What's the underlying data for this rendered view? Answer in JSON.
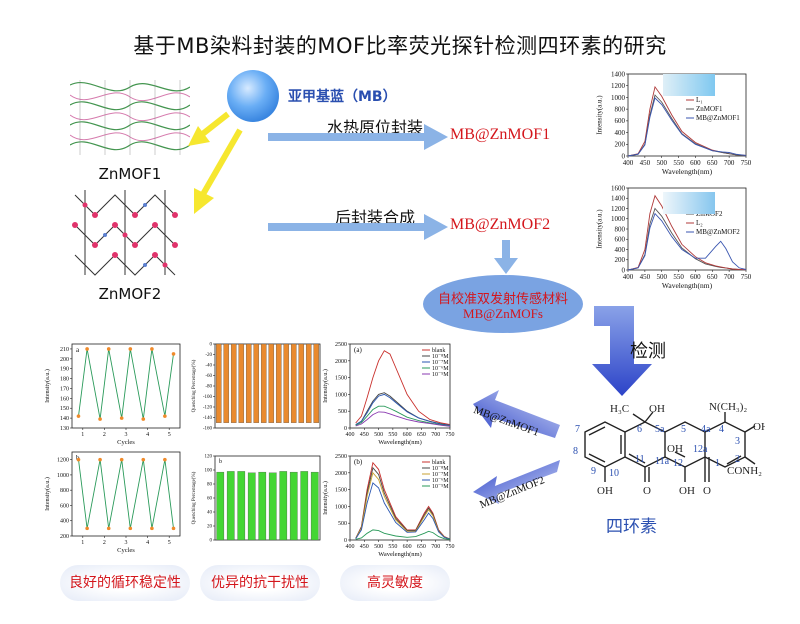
{
  "title": "基于MB染料封装的MOF比率荧光探针检测四环素的研究",
  "dye": {
    "label": "亚甲基蓝（MB）",
    "color": "#5aa0ee"
  },
  "frameworks": {
    "mof1": "ZnMOF1",
    "mof2": "ZnMOF2"
  },
  "routes": [
    {
      "method": "水热原位封装",
      "product": "MB@ZnMOF1"
    },
    {
      "method": "后封装合成",
      "product": "MB@ZnMOF2"
    }
  ],
  "sensor": {
    "line1": "自校准双发射传感材料",
    "line2": "MB@ZnMOFs"
  },
  "detect": {
    "label": "检测",
    "arrow_upper": "MB@ZnMOF1",
    "arrow_lower": "MB@ZnMOF2",
    "analyte": "四环素"
  },
  "molecule": {
    "numbers": [
      "1",
      "2",
      "3",
      "4",
      "4a",
      "5",
      "5a",
      "6",
      "7",
      "8",
      "9",
      "10",
      "11",
      "11a",
      "12",
      "12a"
    ],
    "groups": {
      "h3c": "H₃C",
      "oh6": "OH",
      "nme2": "N(CH₃)₂",
      "oh3": "OH",
      "conh2": "CONH₂",
      "ho10": "OH",
      "o11": "O",
      "oh12": "OH",
      "o1": "O",
      "ohbridge": "OH",
      "h4a": "H",
      "h5a": "H"
    }
  },
  "spectrum_axes": {
    "x_label": "Wavelength(nm)",
    "y_label": "Intensity(a.u.)"
  },
  "chart_data": [
    {
      "type": "line",
      "title": "",
      "xlabel": "Wavelength(nm)",
      "ylabel": "Intensity(a.u.)",
      "xlim": [
        400,
        750
      ],
      "ylim": [
        0,
        1400
      ],
      "x_ticks": [
        400,
        450,
        500,
        550,
        600,
        650,
        700,
        750
      ],
      "y_ticks": [
        0,
        200,
        400,
        600,
        800,
        1000,
        1200,
        1400
      ],
      "legend_position": "top-right",
      "x": [
        400,
        430,
        450,
        465,
        480,
        500,
        530,
        560,
        600,
        650,
        680,
        700,
        720,
        750
      ],
      "series": [
        {
          "name": "L₁",
          "color": "#b03a3a",
          "values": [
            0,
            40,
            250,
            800,
            1180,
            1020,
            700,
            420,
            230,
            100,
            60,
            40,
            20,
            10
          ]
        },
        {
          "name": "ZnMOF1",
          "color": "#555555",
          "values": [
            0,
            30,
            200,
            700,
            1040,
            920,
            640,
            380,
            210,
            90,
            60,
            40,
            20,
            10
          ]
        },
        {
          "name": "MB@ZnMOF1",
          "color": "#3a56b0",
          "values": [
            0,
            30,
            190,
            660,
            990,
            880,
            610,
            370,
            200,
            90,
            70,
            60,
            30,
            10
          ]
        }
      ]
    },
    {
      "type": "line",
      "title": "",
      "xlabel": "Wavelength(nm)",
      "ylabel": "Intensity(a.u.)",
      "xlim": [
        400,
        750
      ],
      "ylim": [
        0,
        1600
      ],
      "x_ticks": [
        400,
        450,
        500,
        550,
        600,
        650,
        700,
        750
      ],
      "y_ticks": [
        0,
        200,
        400,
        600,
        800,
        1000,
        1200,
        1400,
        1600
      ],
      "legend_position": "right",
      "x": [
        400,
        430,
        450,
        465,
        480,
        500,
        530,
        560,
        600,
        630,
        660,
        675,
        690,
        710,
        730,
        750
      ],
      "series": [
        {
          "name": "ZnMOF2",
          "color": "#555555",
          "values": [
            0,
            40,
            300,
            900,
            1200,
            1050,
            720,
            430,
            220,
            120,
            70,
            50,
            40,
            20,
            10,
            5
          ]
        },
        {
          "name": "L₂",
          "color": "#b03a3a",
          "values": [
            0,
            50,
            400,
            1100,
            1450,
            1250,
            850,
            500,
            260,
            140,
            80,
            60,
            40,
            20,
            10,
            5
          ]
        },
        {
          "name": "MB@ZnMOF2",
          "color": "#3a56b0",
          "values": [
            0,
            40,
            280,
            820,
            1100,
            960,
            650,
            400,
            230,
            230,
            460,
            560,
            420,
            160,
            40,
            10
          ]
        }
      ]
    },
    {
      "type": "line",
      "title": "",
      "xlabel": "Cycles",
      "ylabel": "Intensity(a.u.)",
      "xlim": [
        0.5,
        5.5
      ],
      "ylim": [
        130,
        215
      ],
      "x_ticks": [
        1,
        2,
        3,
        4,
        5
      ],
      "y_ticks": [
        130,
        140,
        150,
        160,
        170,
        180,
        190,
        200,
        210
      ],
      "panel_label": "a",
      "x": [
        0.8,
        1.2,
        1.8,
        2.2,
        2.8,
        3.2,
        3.8,
        4.2,
        4.8,
        5.2
      ],
      "series": [
        {
          "name": "",
          "color": "#2a9a5a",
          "values": [
            142,
            210,
            139,
            210,
            140,
            210,
            139,
            210,
            142,
            205
          ]
        }
      ]
    },
    {
      "type": "line",
      "title": "",
      "xlabel": "Cycles",
      "ylabel": "Intensity(a.u.)",
      "xlim": [
        0.5,
        5.5
      ],
      "ylim": [
        200,
        1300
      ],
      "x_ticks": [
        1,
        2,
        3,
        4,
        5
      ],
      "y_ticks": [
        200,
        400,
        600,
        800,
        1000,
        1200
      ],
      "panel_label": "b",
      "x": [
        0.8,
        1.2,
        1.8,
        2.2,
        2.8,
        3.2,
        3.8,
        4.2,
        4.8,
        5.2
      ],
      "series": [
        {
          "name": "",
          "color": "#2a9a5a",
          "values": [
            1200,
            300,
            1200,
            300,
            1200,
            300,
            1200,
            300,
            1200,
            300
          ]
        }
      ]
    },
    {
      "type": "bar",
      "title": "",
      "xlabel": "",
      "ylabel": "Quenching Percentage(%)",
      "ylim": [
        -160,
        0
      ],
      "y_ticks": [
        -160,
        -140,
        -120,
        -100,
        -80,
        -60,
        -40,
        -20,
        0
      ],
      "panel_label": "a",
      "bar_color": "#e98a2e",
      "values": [
        -150,
        -150,
        -150,
        -150,
        -150,
        -150,
        -150,
        -150,
        -150,
        -150,
        -150,
        -150,
        -150,
        -150
      ]
    },
    {
      "type": "bar",
      "title": "",
      "xlabel": "",
      "ylabel": "Quenching Percentage(%)",
      "ylim": [
        0,
        120
      ],
      "y_ticks": [
        0,
        20,
        40,
        60,
        80,
        100,
        120
      ],
      "panel_label": "b",
      "bar_color": "#44d634",
      "values": [
        97,
        98,
        98,
        96,
        97,
        96,
        98,
        97,
        98,
        97
      ]
    },
    {
      "type": "line",
      "title": "",
      "xlabel": "Wavelength(nm)",
      "ylabel": "Intensity(a.u.)",
      "xlim": [
        400,
        750
      ],
      "ylim": [
        0,
        2500
      ],
      "x_ticks": [
        400,
        450,
        500,
        550,
        600,
        650,
        700,
        750
      ],
      "y_ticks": [
        0,
        500,
        1000,
        1500,
        2000,
        2500
      ],
      "panel_label": "(a)",
      "legend_position": "top-right",
      "x": [
        420,
        440,
        460,
        480,
        500,
        520,
        540,
        560,
        600,
        640,
        680,
        720,
        750
      ],
      "series": [
        {
          "name": "blank",
          "color": "#c9302c",
          "values": [
            150,
            350,
            900,
            1500,
            2000,
            2300,
            2200,
            1800,
            1000,
            500,
            250,
            150,
            100
          ]
        },
        {
          "name": "10⁻⁸M",
          "color": "#444444",
          "values": [
            100,
            200,
            500,
            800,
            1000,
            1050,
            950,
            800,
            500,
            300,
            200,
            120,
            80
          ]
        },
        {
          "name": "10⁻⁷M",
          "color": "#2a56b0",
          "values": [
            100,
            200,
            450,
            750,
            950,
            1000,
            900,
            760,
            480,
            300,
            190,
            110,
            80
          ]
        },
        {
          "name": "10⁻⁶M",
          "color": "#2a9a5a",
          "values": [
            80,
            160,
            350,
            550,
            650,
            650,
            580,
            500,
            320,
            220,
            150,
            90,
            60
          ]
        },
        {
          "name": "10⁻⁵M",
          "color": "#8a3ab0",
          "values": [
            60,
            120,
            250,
            400,
            480,
            470,
            420,
            360,
            250,
            180,
            130,
            80,
            50
          ]
        }
      ]
    },
    {
      "type": "line",
      "title": "",
      "xlabel": "Wavelength(nm)",
      "ylabel": "Intensity(a.u.)",
      "xlim": [
        400,
        750
      ],
      "ylim": [
        0,
        2500
      ],
      "x_ticks": [
        400,
        450,
        500,
        550,
        600,
        650,
        700,
        750
      ],
      "y_ticks": [
        0,
        500,
        1000,
        1500,
        2000,
        2500
      ],
      "panel_label": "(b)",
      "legend_position": "top-right",
      "x": [
        420,
        440,
        460,
        480,
        500,
        520,
        560,
        600,
        630,
        660,
        675,
        690,
        710,
        730,
        750
      ],
      "series": [
        {
          "name": "blank",
          "color": "#c9302c",
          "values": [
            50,
            400,
            1500,
            2300,
            2100,
            1500,
            700,
            300,
            300,
            800,
            1000,
            800,
            300,
            100,
            30
          ]
        },
        {
          "name": "10⁻⁸M",
          "color": "#444444",
          "values": [
            50,
            380,
            1400,
            2150,
            1950,
            1400,
            650,
            280,
            280,
            750,
            950,
            760,
            280,
            90,
            30
          ]
        },
        {
          "name": "10⁻⁷M",
          "color": "#c8a030",
          "values": [
            50,
            350,
            1300,
            2000,
            1800,
            1300,
            600,
            260,
            260,
            700,
            900,
            720,
            260,
            90,
            30
          ]
        },
        {
          "name": "10⁻⁶M",
          "color": "#2a56b0",
          "values": [
            40,
            300,
            1100,
            1700,
            1550,
            1100,
            520,
            230,
            240,
            600,
            800,
            640,
            240,
            80,
            30
          ]
        },
        {
          "name": "10⁻⁵M",
          "color": "#2a9a5a",
          "values": [
            20,
            60,
            200,
            300,
            280,
            200,
            120,
            80,
            100,
            200,
            260,
            220,
            100,
            40,
            20
          ]
        }
      ]
    }
  ],
  "bottom_labels": {
    "cycle": "良好的循环稳定性",
    "interference": "优异的抗干扰性",
    "sensitivity": "高灵敏度"
  }
}
